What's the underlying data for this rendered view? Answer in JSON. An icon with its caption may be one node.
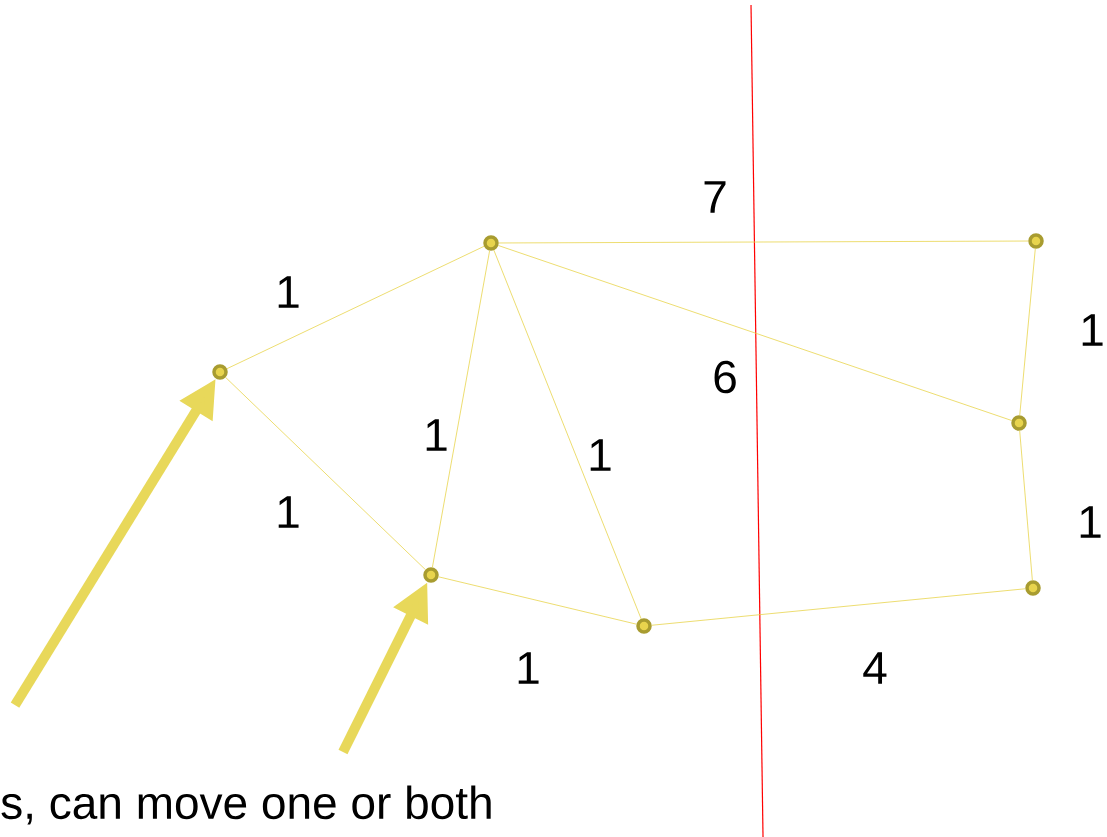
{
  "diagram": {
    "nodes": [
      {
        "text": [],
        "shape": "circle"
      },
      {
        "text": [],
        "shape": "circle"
      },
      {
        "text": [],
        "shape": "circle"
      },
      {
        "text": [],
        "shape": "circle"
      },
      {
        "text": [],
        "shape": "circle"
      },
      {
        "text": [],
        "shape": "circle"
      },
      {
        "text": [],
        "shape": "circle"
      }
    ],
    "edges": [
      {
        "from": 0,
        "to": 1,
        "arrow": "none",
        "label": "1"
      },
      {
        "from": 0,
        "to": 4,
        "arrow": "none",
        "label": "1"
      },
      {
        "from": 4,
        "to": 1,
        "arrow": "none",
        "label": "1"
      },
      {
        "from": 1,
        "to": 5,
        "arrow": "none",
        "label": "1"
      },
      {
        "from": 4,
        "to": 5,
        "arrow": "none",
        "label": "1"
      },
      {
        "from": 1,
        "to": 2,
        "arrow": "none",
        "label": "7"
      },
      {
        "from": 1,
        "to": 3,
        "arrow": "none",
        "label": "6"
      },
      {
        "from": 5,
        "to": 6,
        "arrow": "none",
        "label": "4"
      },
      {
        "from": 2,
        "to": 3,
        "arrow": "none",
        "label": "1"
      },
      {
        "from": 3,
        "to": 6,
        "arrow": "none",
        "label": "1"
      },
      {
        "from": null,
        "to": 0,
        "arrow": "to",
        "style": "thick"
      },
      {
        "from": null,
        "to": 4,
        "arrow": "to",
        "style": "thick"
      }
    ],
    "labels": [
      "s, can move one or both"
    ]
  }
}
